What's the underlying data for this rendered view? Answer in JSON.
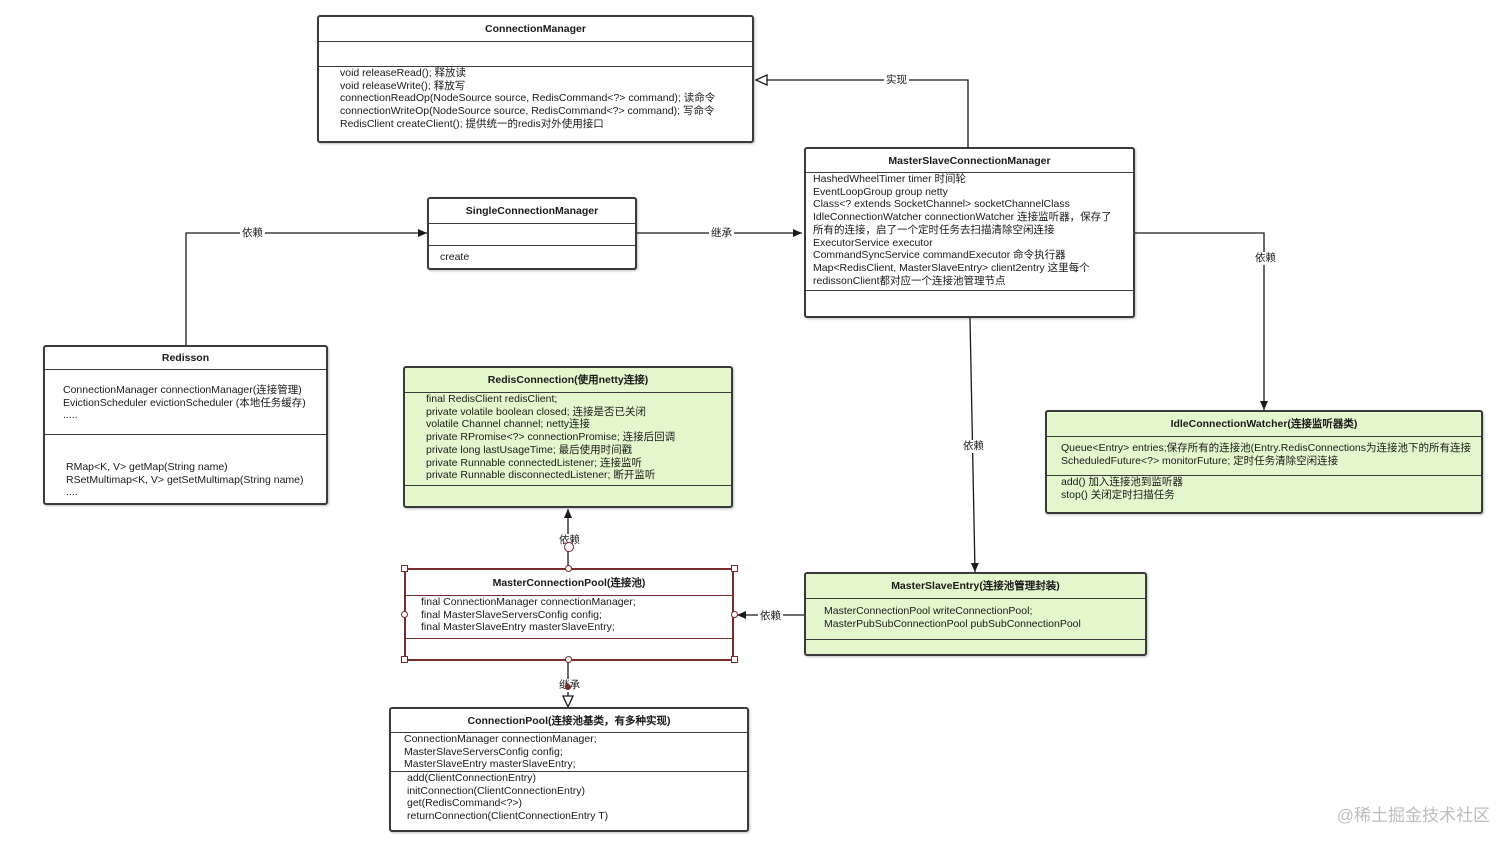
{
  "classes": {
    "connection_manager": {
      "title": "ConnectionManager",
      "methods": [
        "void releaseRead(); 释放读",
        "void releaseWrite(); 释放写",
        "connectionReadOp(NodeSource source, RedisCommand<?> command); 读命令",
        "connectionWriteOp(NodeSource source, RedisCommand<?> command); 写命令",
        "RedisClient createClient(); 提供统一的redis对外使用接口"
      ]
    },
    "single_connection_manager": {
      "title": "SingleConnectionManager",
      "methods": [
        "create"
      ]
    },
    "master_slave_connection_manager": {
      "title": "MasterSlaveConnectionManager",
      "fields": [
        "HashedWheelTimer timer 时间轮",
        "EventLoopGroup group netty",
        "Class<? extends SocketChannel> socketChannelClass",
        "IdleConnectionWatcher connectionWatcher 连接监听器，保存了",
        "所有的连接，启了一个定时任务去扫描清除空闲连接",
        "ExecutorService executor",
        "CommandSyncService commandExecutor 命令执行器",
        "Map<RedisClient, MasterSlaveEntry> client2entry 这里每个",
        "redissonClient都对应一个连接池管理节点"
      ]
    },
    "redisson": {
      "title": "Redisson",
      "fields": [
        "ConnectionManager connectionManager(连接管理)",
        "EvictionScheduler evictionScheduler (本地任务缓存)",
        "....."
      ],
      "methods": [
        "RMap<K, V> getMap(String name)",
        "RSetMultimap<K, V> getSetMultimap(String name)",
        "...."
      ]
    },
    "redis_connection": {
      "title": "RedisConnection(使用netty连接)",
      "fields": [
        "final RedisClient redisClient;",
        "private volatile boolean closed; 连接是否已关闭",
        "volatile Channel channel; netty连接",
        "private RPromise<?> connectionPromise; 连接后回调",
        "private long lastUsageTime; 最后使用时间戳",
        "private Runnable connectedListener; 连接监听",
        "private Runnable disconnectedListener; 断开监听"
      ]
    },
    "idle_connection_watcher": {
      "title": "IdleConnectionWatcher(连接监听器类)",
      "fields": [
        "Queue<Entry> entries;保存所有的连接池(Entry.RedisConnections为连接池下的所有连接",
        "ScheduledFuture<?> monitorFuture; 定时任务清除空闲连接"
      ],
      "methods": [
        "add() 加入连接池到监听器",
        "stop() 关闭定时扫描任务"
      ]
    },
    "master_connection_pool": {
      "title": "MasterConnectionPool(连接池)",
      "fields": [
        "final ConnectionManager connectionManager;",
        "final MasterSlaveServersConfig config;",
        "final MasterSlaveEntry masterSlaveEntry;"
      ]
    },
    "master_slave_entry": {
      "title": "MasterSlaveEntry(连接池管理封装)",
      "fields": [
        "MasterConnectionPool writeConnectionPool;",
        "MasterPubSubConnectionPool pubSubConnectionPool"
      ]
    },
    "connection_pool": {
      "title": "ConnectionPool(连接池基类，有多种实现)",
      "fields": [
        "ConnectionManager connectionManager;",
        "MasterSlaveServersConfig config;",
        "MasterSlaveEntry masterSlaveEntry;"
      ],
      "methods": [
        "add(ClientConnectionEntry)",
        "initConnection(ClientConnectionEntry)",
        "get(RedisCommand<?>)",
        "returnConnection(ClientConnectionEntry T)"
      ]
    }
  },
  "edges": {
    "implements": "实现",
    "inherit_single": "继承",
    "depend_redisson": "依赖",
    "depend_watcher": "依赖",
    "depend_entry": "依赖",
    "depend_pool_entry": "依赖",
    "depend_pool_conn": "依赖",
    "inherit_pool": "继承"
  },
  "watermark": "@稀土掘金技术社区",
  "colors": {
    "border": "#3a3a3a",
    "green_fill": "#e4f7cc",
    "selection": "#7a2b2b"
  }
}
